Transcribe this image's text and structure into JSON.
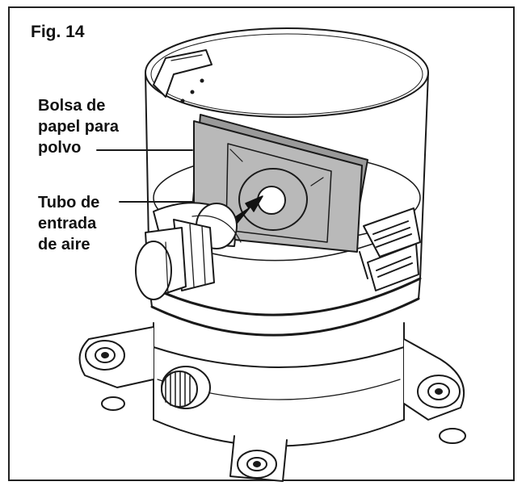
{
  "figure": {
    "title": "Fig. 14",
    "labels": {
      "bag": [
        "Bolsa de",
        "papel para",
        "polvo"
      ],
      "tube": [
        "Tubo de",
        "entrada",
        "de aire"
      ]
    }
  },
  "colors": {
    "line": "#1a1a1a",
    "bag": "#b9b9b9",
    "bag_dark": "#9a9a9a",
    "arrow": "#111111",
    "bg": "#ffffff"
  }
}
